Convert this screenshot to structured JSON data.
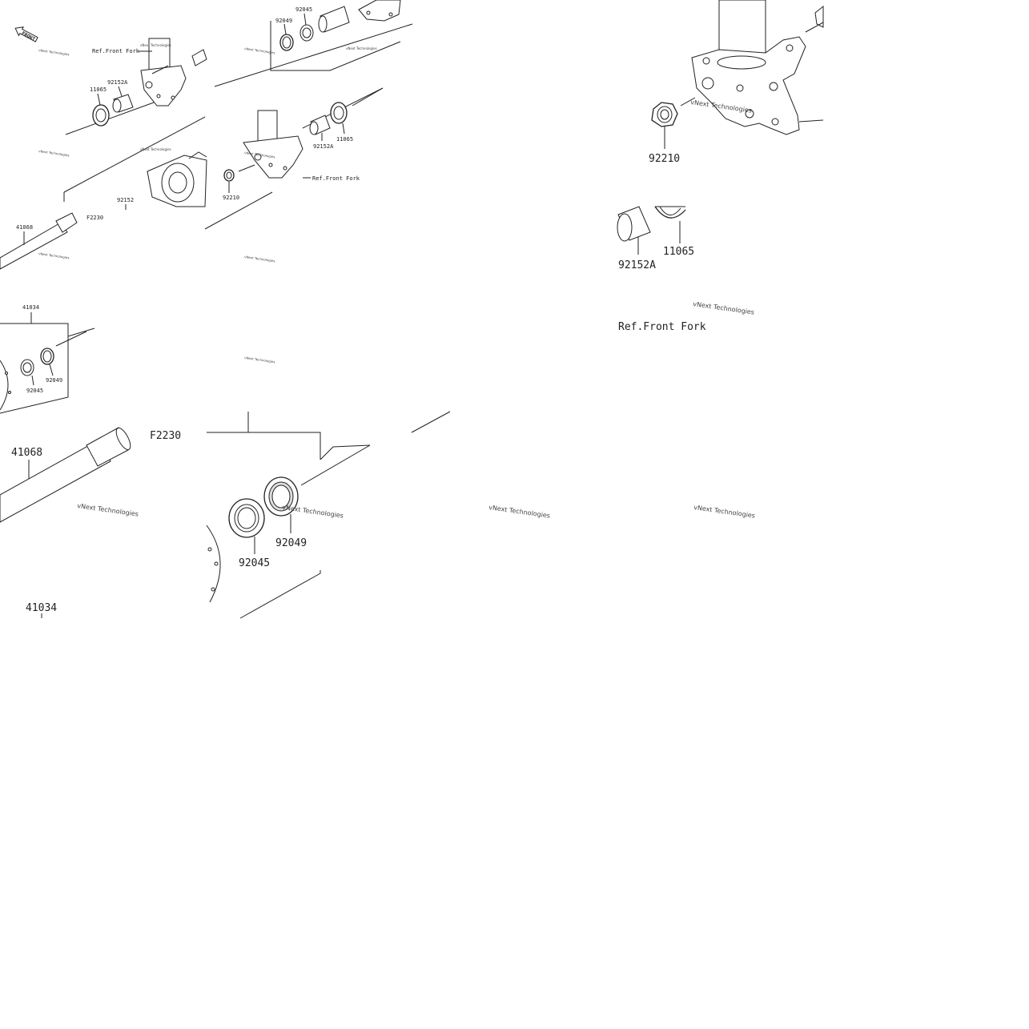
{
  "front_label": "FRONT",
  "watermark": "vNext Technologies",
  "overview": {
    "ref_front_fork_1": "Ref.Front Fork",
    "ref_front_fork_2": "Ref.Front Fork",
    "p92049_top": "92049",
    "p92045_top": "92045",
    "p11065_left": "11065",
    "p92152A_left": "92152A",
    "p92152A_right": "92152A",
    "p11065_right": "11065",
    "p92210": "92210",
    "p92152": "92152",
    "pF2230": "F2230",
    "p41068": "41068",
    "p41034": "41034",
    "p92045_bottom": "92045",
    "p92049_bottom": "92049"
  },
  "detail_right": {
    "p92210": "92210",
    "p92152A": "92152A",
    "p11065": "11065",
    "ref_front_fork": "Ref.Front Fork"
  },
  "detail_bottom": {
    "pF2230": "F2230",
    "p41068": "41068",
    "p92045": "92045",
    "p92049": "92049",
    "p41034": "41034"
  }
}
